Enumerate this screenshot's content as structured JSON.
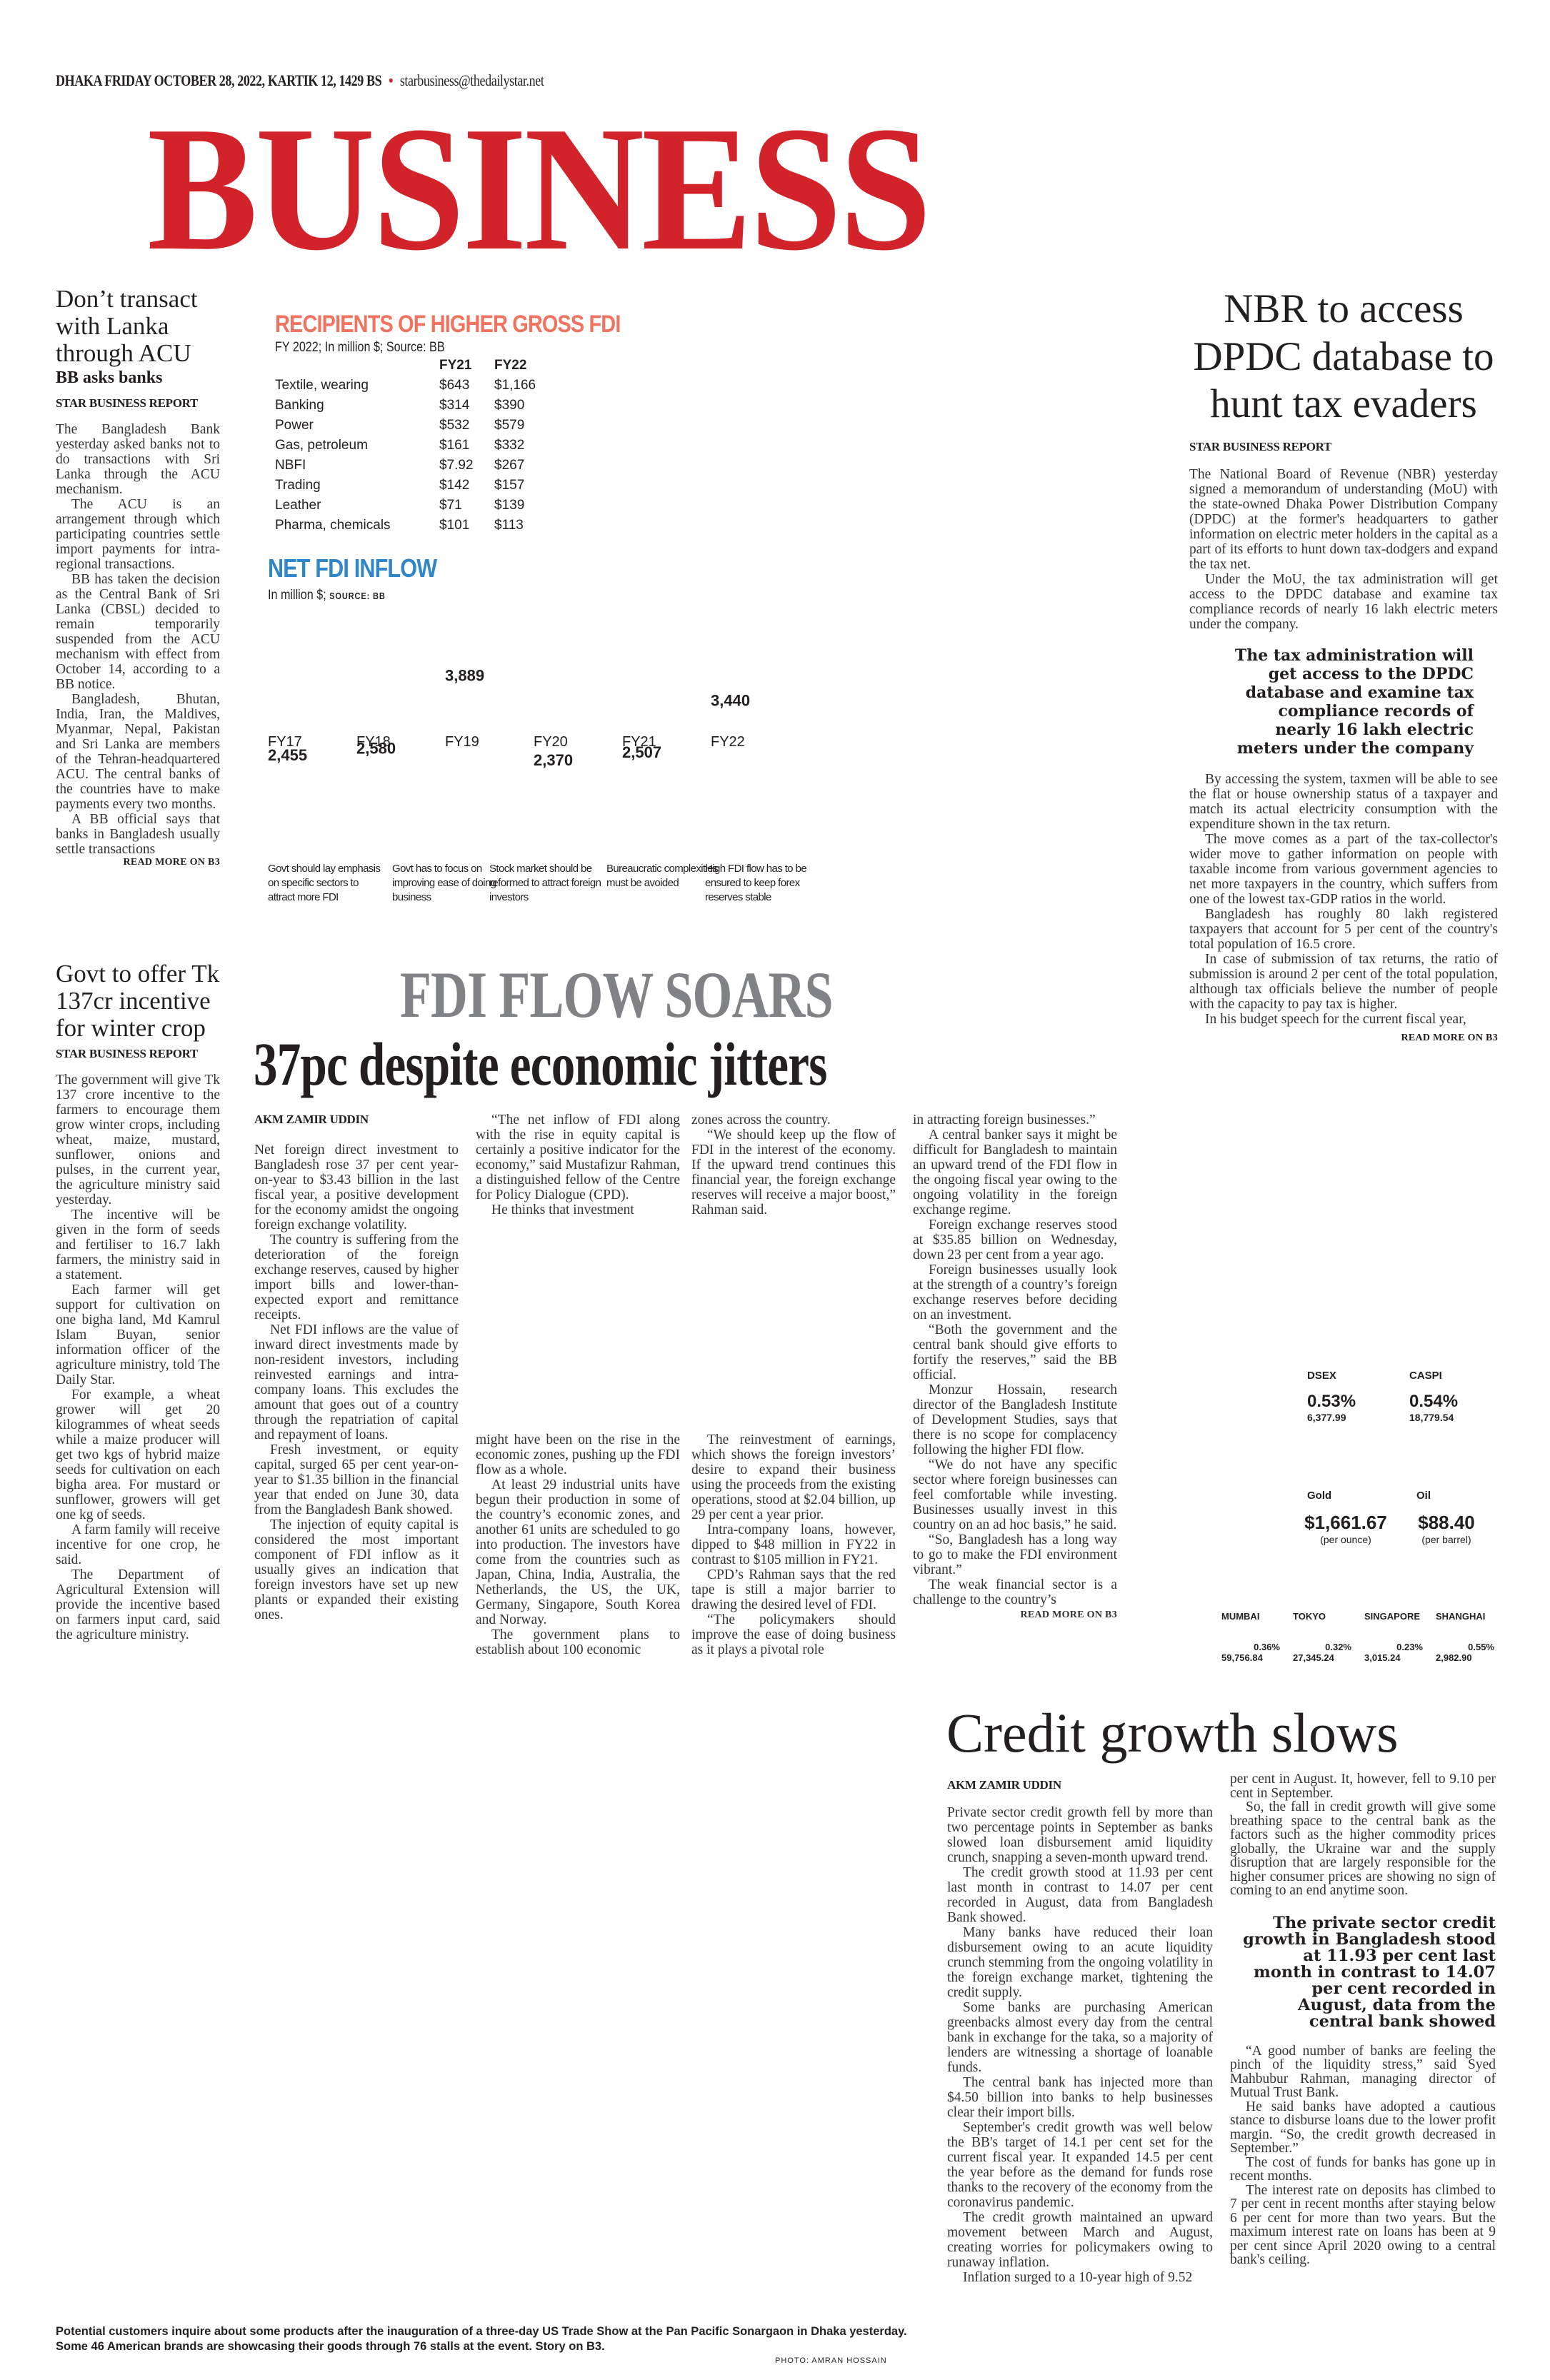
{
  "header": {
    "dateline": "DHAKA FRIDAY OCTOBER 28, 2022, KARTIK 12, 1429 BS",
    "separator": "•",
    "email": "starbusiness@thedailystar.net",
    "masthead": "BUSINESS"
  },
  "lanka_story": {
    "headline": "Don’t transact with Lanka through ACU",
    "subhead": "BB asks banks",
    "byline": "STAR BUSINESS REPORT",
    "paragraphs": [
      "The Bangladesh Bank yesterday asked banks not to do transactions with Sri Lanka through the ACU mechanism.",
      "The ACU is an arrangement through which participating countries settle import payments for intra-regional transactions.",
      "BB has taken the decision as the Central Bank of Sri Lanka (CBSL) decided to remain temporarily suspended from the ACU mechanism with effect from October 14, according to a BB notice.",
      "Bangladesh, Bhutan, India, Iran, the Maldives, Myanmar, Nepal, Pakistan and Sri Lanka are members of the Tehran-headquartered ACU. The central banks of the countries have to make payments every two months.",
      "A BB official says that banks in Bangladesh usually settle transactions"
    ],
    "read_more": "READ MORE ON B3"
  },
  "crop_story": {
    "headline": "Govt to offer Tk 137cr incentive for winter crop",
    "byline": "STAR BUSINESS REPORT",
    "paragraphs": [
      "The government will give Tk 137 crore incentive to the farmers to encourage them grow winter crops, including wheat, maize, mustard, sunflower, onions and pulses, in the current year, the agriculture ministry said yesterday.",
      "The incentive will be given in the form of seeds and fertiliser to 16.7 lakh farmers, the ministry said in a statement.",
      "Each farmer will get support for cultivation on one bigha land, Md Kamrul Islam Buyan, senior information officer of the agriculture ministry, told The Daily Star.",
      "For example, a wheat grower will get 20 kilogrammes of wheat seeds while a maize producer will get two kgs of hybrid maize seeds for cultivation on each bigha area. For mustard or sunflower, growers will get one kg of seeds.",
      "A farm family will receive incentive for one crop, he said.",
      "The Department of Agricultural Extension will provide the incentive based on farmers input card, said the agriculture ministry."
    ]
  },
  "gross_fdi_table": {
    "title": "RECIPIENTS OF HIGHER GROSS FDI",
    "subtitle": "FY 2022; In million $; Source: BB",
    "title_color": "#f07360",
    "columns": [
      "",
      "FY21",
      "FY22"
    ],
    "rows": [
      [
        "Textile, wearing",
        "$643",
        "$1,166"
      ],
      [
        "Banking",
        "$314",
        "$390"
      ],
      [
        "Power",
        "$532",
        "$579"
      ],
      [
        "Gas, petroleum",
        "$161",
        "$332"
      ],
      [
        "NBFI",
        "$7.92",
        "$267"
      ],
      [
        "Trading",
        "$142",
        "$157"
      ],
      [
        "Leather",
        "$71",
        "$139"
      ],
      [
        "Pharma, chemicals",
        "$101",
        "$113"
      ]
    ]
  },
  "chart_data": {
    "type": "line",
    "title": "NET FDI INFLOW",
    "subtitle": "In million $;",
    "source": "SOURCE: BB",
    "title_color": "#2f86c8",
    "categories": [
      "FY17",
      "FY18",
      "FY19",
      "FY20",
      "FY21",
      "FY22"
    ],
    "values": [
      2455,
      2580,
      3889,
      2370,
      2507,
      3440
    ],
    "value_labels": [
      "2,455",
      "2,580",
      "3,889",
      "2,370",
      "2,507",
      "3,440"
    ],
    "xlabel": "",
    "ylabel": "",
    "ylim": [
      2000,
      4000
    ],
    "grid": false,
    "annotations": [
      "Govt should lay emphasis on specific sectors to attract more FDI",
      "Govt has to focus on improving ease of doing business",
      "Stock market should be reformed to attract foreign investors",
      "Bureaucratic complexities must be avoided",
      "High FDI flow has to be ensured to keep forex reserves stable"
    ]
  },
  "fdi_story": {
    "kicker": "FDI FLOW SOARS",
    "headline": "37pc despite economic jitters",
    "byline": "AKM ZAMIR UDDIN",
    "col1": [
      "Net foreign direct investment to Bangladesh rose 37 per cent year-on-year to $3.43 billion in the last fiscal year, a positive development for the economy amidst the ongoing foreign exchange volatility.",
      "The country is suffering from the deterioration of the foreign exchange reserves, caused by higher import bills and lower-than-expected export and remittance receipts.",
      "Net FDI inflows are the value of inward direct investments made by non-resident investors, including reinvested earnings and intra-company loans. This excludes the amount that goes out of a country through the repatriation of capital and repayment of loans.",
      "Fresh investment, or equity capital, surged 65 per cent year-on-year to $1.35 billion in the financial year that ended on June 30, data from the Bangladesh Bank showed.",
      "The injection of equity capital is considered the most important component of FDI inflow as it usually gives an indication that foreign investors have set up new plants or expanded their existing ones."
    ],
    "col2_top": [
      "“The net inflow of FDI along with the rise in equity capital is certainly a positive indicator for the economy,” said Mustafizur Rahman, a distinguished fellow of the Centre for Policy Dialogue (CPD).",
      "He thinks that investment"
    ],
    "col2_bottom": [
      "might have been on the rise in the economic zones, pushing up the FDI flow as a whole.",
      "At least 29 industrial units have begun their production in some of the country’s economic zones, and another 61 units are scheduled to go into production. The investors have come from the countries such as Japan, China, India, Australia, the Netherlands, the US, the UK, Germany, Singapore, South Korea and Norway.",
      "The government plans to establish about 100 economic"
    ],
    "col3_top": [
      "zones across the country.",
      "“We should keep up the flow of FDI in the interest of the economy. If the upward trend continues this financial year, the foreign exchange reserves will receive a major boost,” Rahman said."
    ],
    "col3_bottom": [
      "The reinvestment of earnings, which shows the foreign investors’ desire to expand their business using the proceeds from the existing operations, stood at $2.04 billion, up 29 per cent a year prior.",
      "Intra-company loans, however, dipped to $48 million in FY22 in contrast to $105 million in FY21.",
      "CPD’s Rahman says that the red tape is still a major barrier to drawing the desired level of FDI.",
      "“The policymakers should improve the ease of doing business as it plays a pivotal role"
    ],
    "col4": [
      "in attracting foreign businesses.”",
      "A central banker says it might be difficult for Bangladesh to maintain an upward trend of the FDI flow in the ongoing fiscal year owing to the ongoing volatility in the foreign exchange regime.",
      "Foreign exchange reserves stood at $35.85 billion on Wednesday, down 23 per cent from a year ago.",
      "Foreign businesses usually look at the strength of a country’s foreign exchange reserves before deciding on an investment.",
      "“Both the government and the central bank should give efforts to fortify the reserves,” said the BB official.",
      "Monzur Hossain, research director of the Bangladesh Institute of Development Studies, says that there is no scope for complacency following the higher FDI flow.",
      "“We do not have any specific sector where foreign businesses can feel comfortable while investing. Businesses usually invest in this country on an ad hoc basis,” he said.",
      "“So, Bangladesh has a long way to go to make the FDI environment vibrant.”",
      "The weak financial sector is a challenge to the country’s"
    ],
    "read_more": "READ MORE ON B3"
  },
  "nbr_story": {
    "headline": "NBR to access DPDC database to hunt tax evaders",
    "byline": "STAR BUSINESS REPORT",
    "paragraphs_top": [
      "The National Board of Revenue (NBR) yesterday signed a memorandum of understanding (MoU) with the state-owned Dhaka Power Distribution Company (DPDC) at the former's headquarters to gather information on electric meter holders in the capital as a part of its efforts to hunt down tax-dodgers and expand the tax net.",
      "Under the MoU, the tax administration will get access to the DPDC database and examine tax compliance records of nearly 16 lakh electric meters under the company."
    ],
    "pull_quote": "The tax administration will get access to the DPDC database and examine tax compliance records of nearly 16 lakh electric meters under the company",
    "paragraphs_bottom": [
      "By accessing the system, taxmen will be able to see the flat or house ownership status of a taxpayer and match its actual electricity consumption with the expenditure shown in the tax return.",
      "The move comes as a part of the tax-collector's wider move to gather information on people with taxable income from various government agencies to net more taxpayers in the country, which suffers from one of the lowest tax-GDP ratios in the world.",
      "Bangladesh has roughly 80 lakh registered taxpayers that account for 5 per cent of the country's total population of 16.5 crore.",
      "In case of submission of tax returns, the ratio of submission is around 2 per cent of the total population, although tax officials believe the number of people with the capacity to pay tax is higher.",
      "In his budget speech for the current fiscal year,"
    ],
    "read_more": "READ MORE ON B3"
  },
  "markets": {
    "local": [
      {
        "name": "DSEX",
        "change": "0.53%",
        "value": "6,377.99"
      },
      {
        "name": "CASPI",
        "change": "0.54%",
        "value": "18,779.54"
      }
    ],
    "commodities": [
      {
        "name": "Gold",
        "price": "$1,661.67",
        "unit": "(per ounce)"
      },
      {
        "name": "Oil",
        "price": "$88.40",
        "unit": "(per barrel)"
      }
    ],
    "asian": [
      {
        "name": "MUMBAI",
        "change": "0.36%",
        "value": "59,756.84"
      },
      {
        "name": "TOKYO",
        "change": "0.32%",
        "value": "27,345.24"
      },
      {
        "name": "SINGAPORE",
        "change": "0.23%",
        "value": "3,015.24"
      },
      {
        "name": "SHANGHAI",
        "change": "0.55%",
        "value": "2,982.90"
      }
    ]
  },
  "credit_story": {
    "headline": "Credit growth slows",
    "byline": "AKM ZAMIR UDDIN",
    "col1": [
      "Private sector credit growth fell by more than two percentage points in September as banks slowed loan disbursement amid liquidity crunch, snapping a seven-month upward trend.",
      "The credit growth stood at 11.93 per cent last month in contrast to 14.07 per cent recorded in August, data from Bangladesh Bank showed.",
      "Many banks have reduced their loan disbursement owing to an acute liquidity crunch stemming from the ongoing volatility in the foreign exchange market, tightening the credit supply.",
      "Some banks are purchasing American greenbacks almost every day from the central bank in exchange for the taka, so a majority of lenders are witnessing a shortage of loanable funds.",
      "The central bank has injected more than $4.50 billion into banks to help businesses clear their import bills.",
      "September's credit growth was well below the BB's target of 14.1 per cent set for the current fiscal year. It expanded 14.5 per cent the year before as the demand for funds rose thanks to the recovery of the economy from the coronavirus pandemic.",
      "The credit growth maintained an upward movement between March and August, creating worries for policymakers owing to runaway inflation.",
      "Inflation surged to a 10-year high of 9.52"
    ],
    "col2_top": [
      "per cent in August. It, however, fell to 9.10 per cent in September.",
      "So, the fall in credit growth will give some breathing space to the central bank as the factors such as the higher commodity prices globally, the Ukraine war and the supply disruption that are largely responsible for the higher consumer prices are showing no sign of coming to an end anytime soon."
    ],
    "pull_quote": "The private sector credit growth in Bangladesh stood at 11.93 per cent last month in contrast to 14.07 per cent recorded in August, data from the central bank showed",
    "col2_bottom": [
      "“A good number of banks are feeling the pinch of the liquidity stress,” said Syed Mahbubur Rahman, managing director of Mutual Trust Bank.",
      "He said banks have adopted a cautious stance to disburse loans due to the lower profit margin. “So, the credit growth decreased in September.”",
      "The cost of funds for banks has gone up in recent months.",
      "The interest rate on deposits has climbed to 7 per cent in recent months after staying below 6 per cent for more than two years. But the maximum interest rate on loans has been at 9 per cent since April 2020 owing to a central bank's ceiling."
    ]
  },
  "photo_caption": {
    "text": "Potential customers inquire about some products after the inauguration of a three-day US Trade Show at the Pan Pacific Sonargaon in Dhaka yesterday. Some 46 American brands are showcasing their goods through 76 stalls at the event. Story on B3.",
    "credit": "PHOTO: AMRAN HOSSAIN"
  },
  "colors": {
    "masthead_red": "#d2232a",
    "gross_title": "#f07360",
    "net_title": "#2f86c8",
    "kicker_gray": "#808285"
  }
}
